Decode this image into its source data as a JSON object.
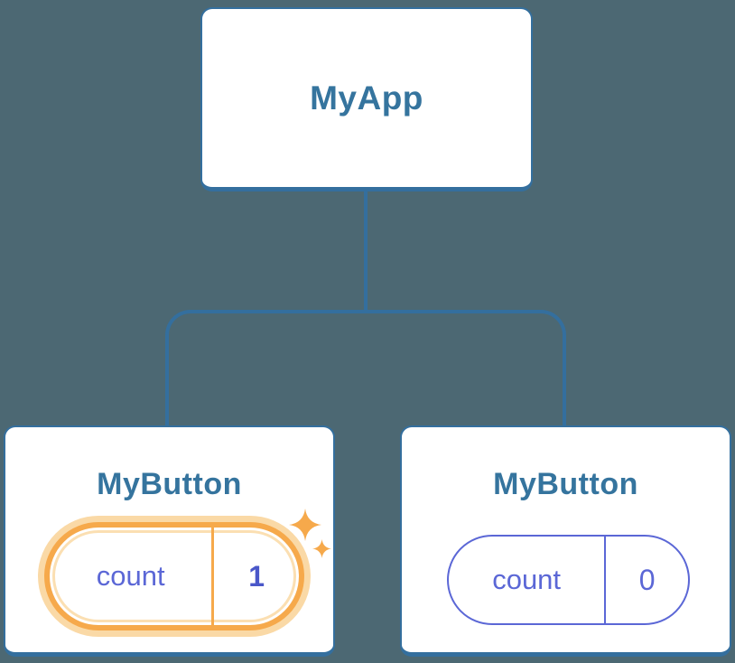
{
  "colors": {
    "bg": "#4C6873",
    "line-blue": "#346F9E",
    "title-blue": "#35749E",
    "indigo": "#5B67D6",
    "indigo-dark": "#4A57C9",
    "orange": "#F6A94B",
    "orange-halo": "#FAD9A6",
    "card-bg": "#FFFFFF"
  },
  "tree": {
    "root": {
      "label": "MyApp"
    },
    "children": [
      {
        "label": "MyButton",
        "state": {
          "key": "count",
          "value": "1"
        },
        "highlighted": true,
        "icons": [
          "sparkle-large",
          "sparkle-small"
        ]
      },
      {
        "label": "MyButton",
        "state": {
          "key": "count",
          "value": "0"
        },
        "highlighted": false
      }
    ]
  }
}
